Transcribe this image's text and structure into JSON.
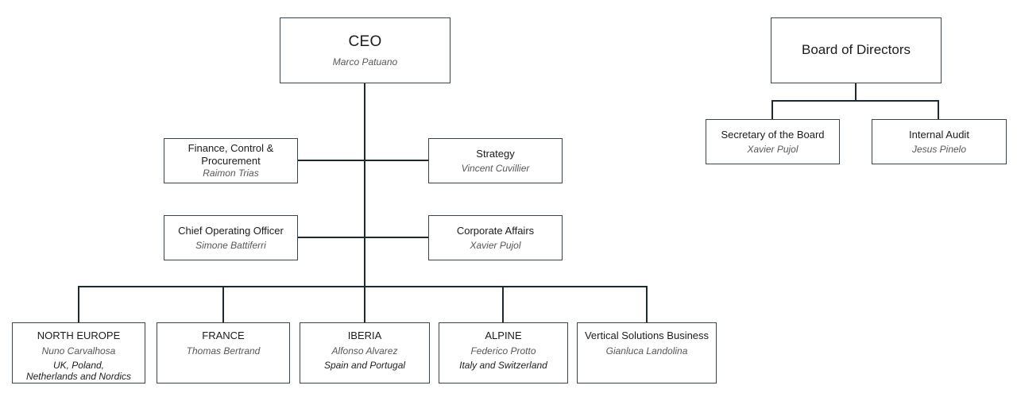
{
  "diagram": {
    "type": "org-chart",
    "colors": {
      "background": "#ffffff",
      "box_border": "#36454f",
      "connector": "#1f2a30",
      "title_text": "#1c1c1c",
      "name_text": "#575757"
    }
  },
  "nodes": {
    "ceo": {
      "title": "CEO",
      "name": "Marco Patuano"
    },
    "board": {
      "title": "Board of Directors"
    },
    "secretary": {
      "title": "Secretary of the Board",
      "name": "Xavier Pujol"
    },
    "internal_audit": {
      "title": "Internal Audit",
      "name": "Jesus Pinelo"
    },
    "finance": {
      "title": "Finance, Control & Procurement",
      "name": "Raimon Trias"
    },
    "strategy": {
      "title": "Strategy",
      "name": "Vincent Cuvillier"
    },
    "coo": {
      "title": "Chief Operating Officer",
      "name": "Simone Battiferri"
    },
    "corporate_affairs": {
      "title": "Corporate Affairs",
      "name": "Xavier Pujol"
    },
    "north_europe": {
      "title": "NORTH EUROPE",
      "name": "Nuno Carvalhosa",
      "region_line1": "UK, Poland,",
      "region_line2": "Netherlands and Nordics"
    },
    "france": {
      "title": "FRANCE",
      "name": "Thomas Bertrand"
    },
    "iberia": {
      "title": "IBERIA",
      "name": "Alfonso Alvarez",
      "region": "Spain and Portugal"
    },
    "alpine": {
      "title": "ALPINE",
      "name": "Federico Protto",
      "region": "Italy and Switzerland"
    },
    "vertical_solutions": {
      "title": "Vertical Solutions Business",
      "name": "Gianluca Landolina"
    }
  }
}
